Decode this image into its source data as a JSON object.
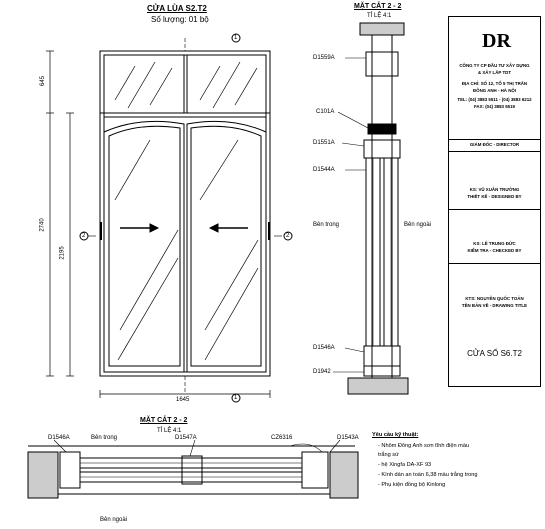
{
  "elevation": {
    "title": "CỬA LÙA S2.T2",
    "quantity": "Số lượng: 01 bộ",
    "dim_top": "645",
    "dim_total_height": "2740",
    "dim_panel": "2195",
    "dim_width": "1645",
    "marker_top": "1",
    "marker_bottom": "1",
    "marker_left": "2",
    "marker_right": "2"
  },
  "section_vertical": {
    "title": "MẶT CẮT 2 - 2",
    "scale": "TỈ LỆ 4:1",
    "labels": [
      "D1559A",
      "C101A",
      "D1551A",
      "D1544A",
      "D1546A",
      "D1942"
    ],
    "inside": "Bên trong",
    "outside": "Bên ngoài"
  },
  "section_horizontal": {
    "title": "MẶT CẮT 2 - 2",
    "scale": "TỈ LỆ 4:1",
    "labels": [
      "D1546A",
      "Bên trong",
      "D1547A",
      "CZ6316",
      "D1543A"
    ],
    "outside": "Bên ngoài"
  },
  "notes": {
    "heading": "Yêu cầu kỹ thuật:",
    "items": [
      "- Nhôm Đông Anh sơn tĩnh điện màu",
      "  trắng sứ",
      "- hệ Xingfa DA-XF 93",
      "- Kính dán an toàn 6,38 màu trắng trong",
      "- Phụ kiện đồng bộ Kinlong"
    ]
  },
  "title_block": {
    "logo": "DR",
    "company_1": "CÔNG TY CP ĐẦU TƯ XÂY DỰNG",
    "company_2": "& XÂY LẮP TDT",
    "address_1": "ĐỊA CHỈ: SỐ 12, TỔ 5 THỊ TRẤN",
    "address_2": "ĐÔNG ANH - HÀ NỘI",
    "tel": "TEL: (04) 3883 5511 - (04) 3883 6212",
    "fax": "FAX: (04) 3883 5519",
    "director": "GIÁM ĐỐC - DIRECTOR",
    "person_1a": "KS: VŨ XUÂN TRƯỜNG",
    "person_1b": "THIẾT KẾ - DESIGNED BY",
    "person_2a": "KS: LÊ TRUNG ĐỨC",
    "person_2b": "KIỂM TRA - CHECKED BY",
    "person_3a": "KTS: NGUYỄN QUỐC TOẢN",
    "person_3b": "TÊN BẢN VẼ - DRAWING TITLE",
    "drawing_title": "CỬA SỔ S6.T2"
  }
}
